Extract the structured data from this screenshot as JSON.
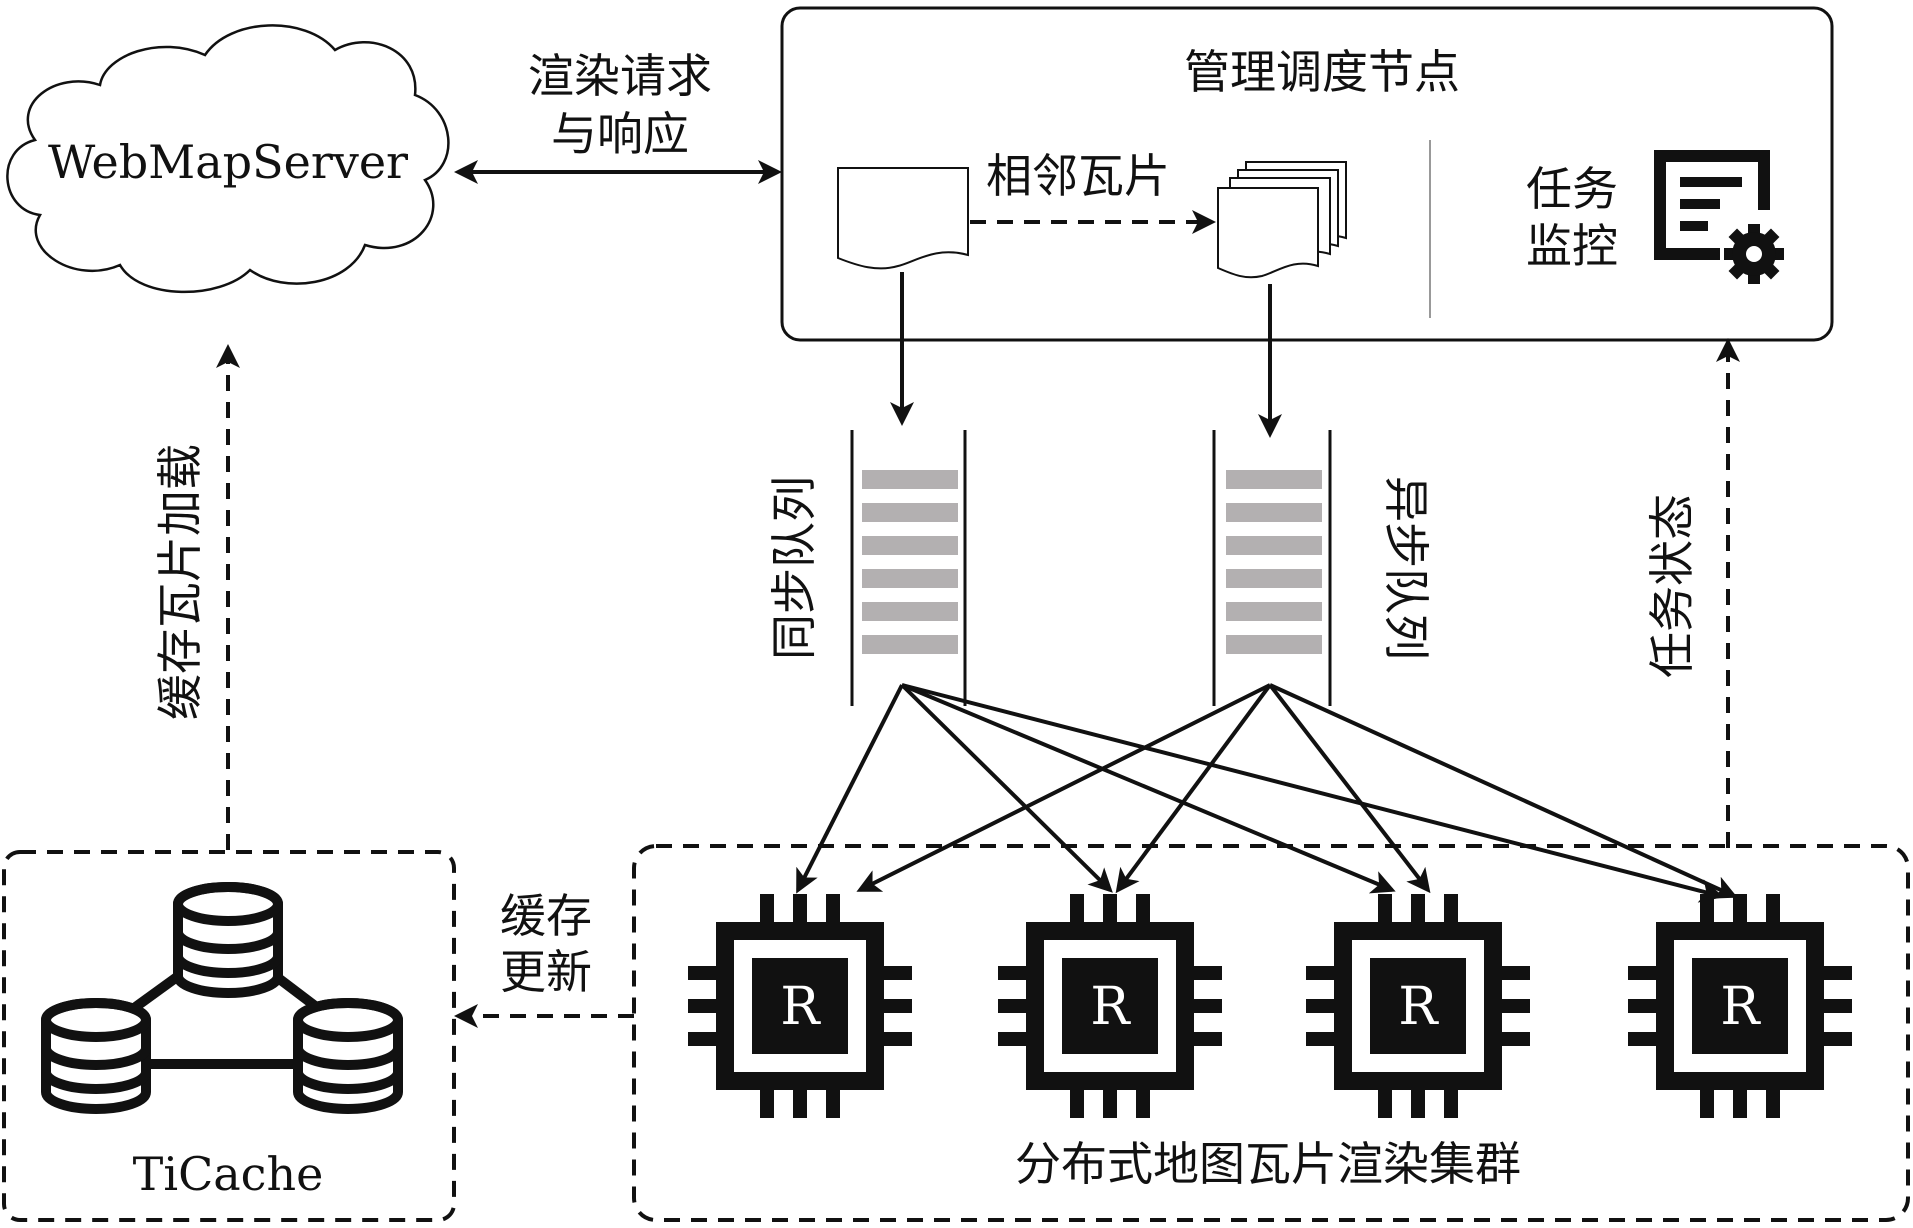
{
  "nodes": {
    "web_map_server": "WebMapServer",
    "management_node": "管理调度节点",
    "task_monitor": [
      "任务",
      "监控"
    ],
    "ticache": "TiCache",
    "render_cluster": "分布式地图瓦片渲染集群",
    "render_node_label": "R"
  },
  "edges": {
    "render_request": [
      "渲染请求",
      "与响应"
    ],
    "adjacent_tiles": "相邻瓦片",
    "cache_tile_load": "缓存瓦片加载",
    "task_status": "任务状态",
    "cache_update": [
      "缓存",
      "更新"
    ]
  },
  "queues": {
    "sync": "同步队列",
    "async": "异步队列"
  },
  "colors": {
    "ink": "#111111",
    "queue_bar": "#b3b0b1"
  }
}
